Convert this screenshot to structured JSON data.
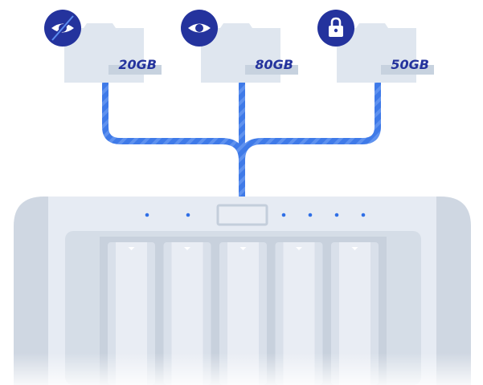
{
  "colors": {
    "accent_blue": "#3f7ae8",
    "navy": "#24339d",
    "folder_fill": "#dfe6ef",
    "folder_tab": "#c7d2df",
    "nas_body": "#e6ebf3",
    "nas_side": "#cfd7e2",
    "bay_fill": "#ccd5e0",
    "drive_fill": "#e9edf4",
    "led_blue": "#2f6fe6"
  },
  "folders": [
    {
      "id": "hidden",
      "icon": "eye-slash-icon",
      "size_label": "20GB"
    },
    {
      "id": "visible",
      "icon": "eye-icon",
      "size_label": "80GB"
    },
    {
      "id": "encrypted",
      "icon": "lock-icon",
      "size_label": "50GB"
    }
  ],
  "nas": {
    "drive_count": 5,
    "left_led_count": 2,
    "right_led_count": 4
  }
}
